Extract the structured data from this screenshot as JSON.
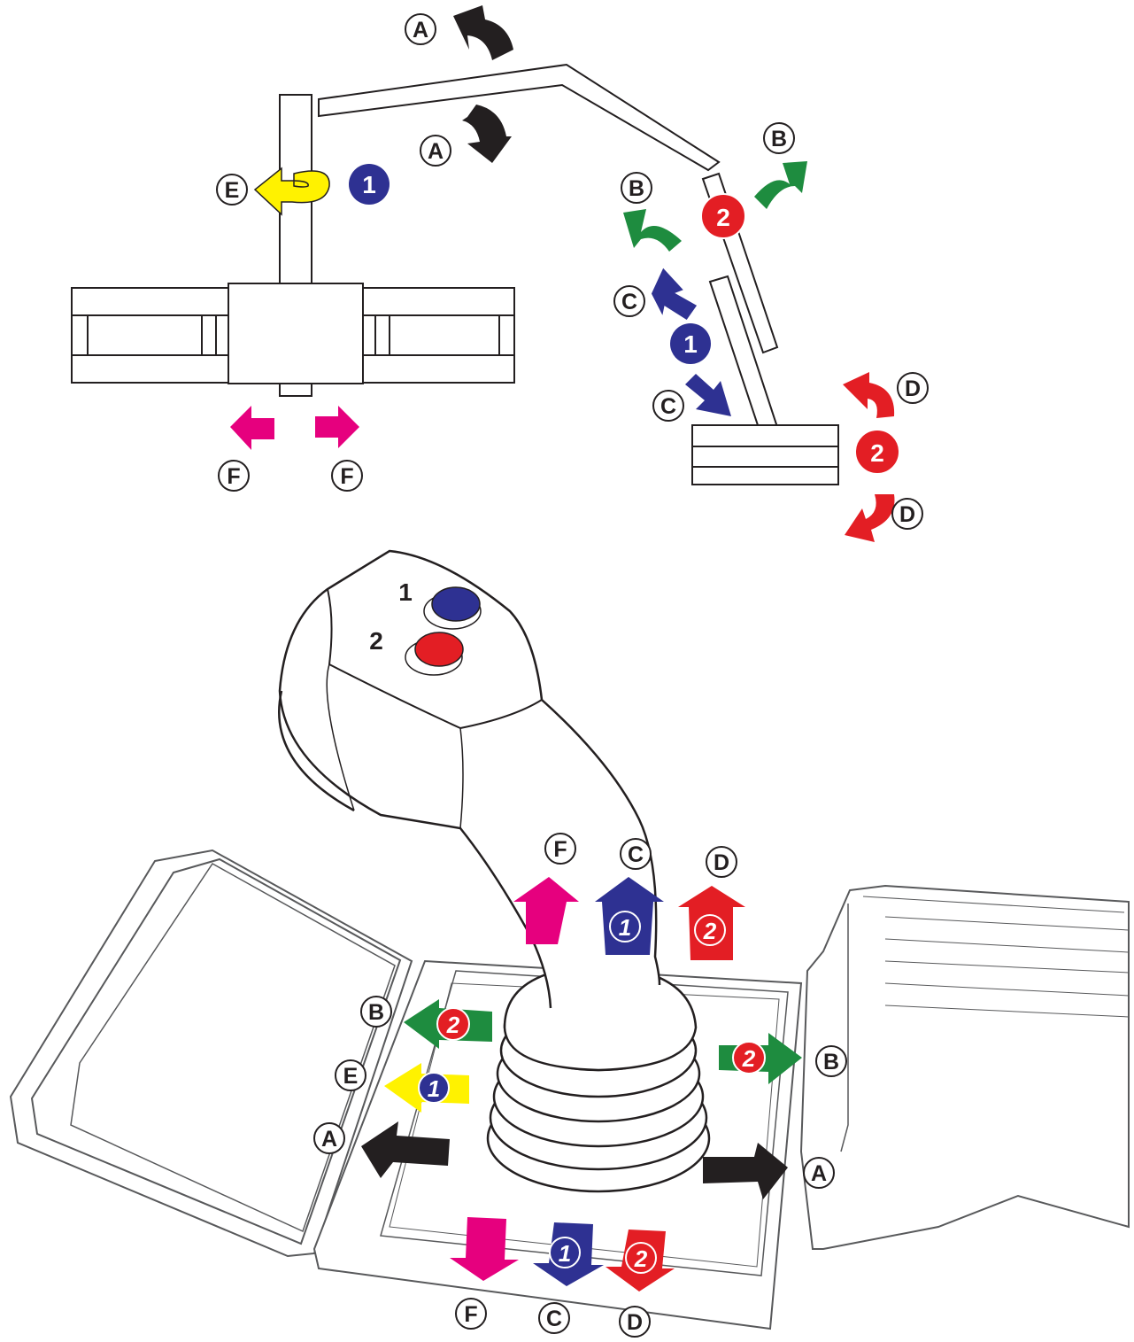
{
  "labels": {
    "a": "A",
    "b": "B",
    "c": "C",
    "d": "D",
    "e": "E",
    "f": "F"
  },
  "buttons": {
    "one": "1",
    "two": "2"
  },
  "icons": {
    "arrow_a": "black-arrow",
    "arrow_b": "green-arrow",
    "arrow_c": "navy-arrow",
    "arrow_d": "red-arrow",
    "arrow_e": "yellow-arrow",
    "arrow_f": "magenta-arrow"
  },
  "colors": {
    "A": "#231f20",
    "B": "#1e8c3f",
    "C": "#2e3192",
    "D": "#e31e24",
    "E": "#fff200",
    "F": "#e6007e",
    "button1": "#2e3192",
    "button2": "#e31e24"
  }
}
